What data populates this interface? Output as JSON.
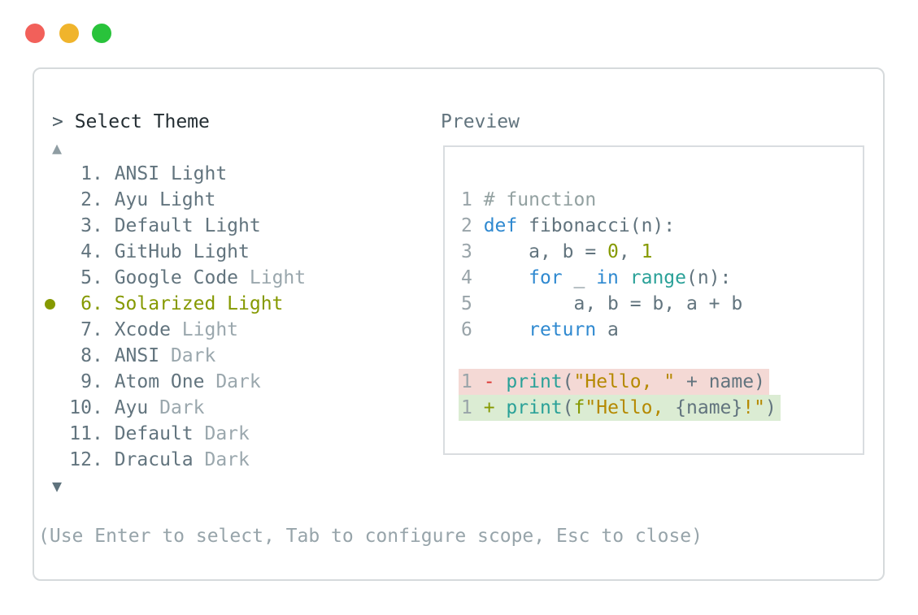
{
  "window": {
    "traffic_lights": {
      "red": "#f2605a",
      "yellow": "#f0b42c",
      "green": "#29c33b"
    }
  },
  "selector": {
    "prompt": "> ",
    "title": "Select Theme",
    "scroll_up_icon": "▲",
    "scroll_down_icon": "▼",
    "items": [
      {
        "number": "1",
        "name": "ANSI",
        "variant": "Light",
        "variant_dim": false,
        "selected": false
      },
      {
        "number": "2",
        "name": "Ayu",
        "variant": "Light",
        "variant_dim": false,
        "selected": false
      },
      {
        "number": "3",
        "name": "Default",
        "variant": "Light",
        "variant_dim": false,
        "selected": false
      },
      {
        "number": "4",
        "name": "GitHub",
        "variant": "Light",
        "variant_dim": false,
        "selected": false
      },
      {
        "number": "5",
        "name": "Google Code",
        "variant": "Light",
        "variant_dim": true,
        "selected": false
      },
      {
        "number": "6",
        "name": "Solarized",
        "variant": "Light",
        "variant_dim": false,
        "selected": true
      },
      {
        "number": "7",
        "name": "Xcode",
        "variant": "Light",
        "variant_dim": true,
        "selected": false
      },
      {
        "number": "8",
        "name": "ANSI",
        "variant": "Dark",
        "variant_dim": true,
        "selected": false
      },
      {
        "number": "9",
        "name": "Atom One",
        "variant": "Dark",
        "variant_dim": true,
        "selected": false
      },
      {
        "number": "10",
        "name": "Ayu",
        "variant": "Dark",
        "variant_dim": true,
        "selected": false
      },
      {
        "number": "11",
        "name": "Default",
        "variant": "Dark",
        "variant_dim": true,
        "selected": false
      },
      {
        "number": "12",
        "name": "Dracula",
        "variant": "Dark",
        "variant_dim": true,
        "selected": false
      }
    ],
    "hint": "(Use Enter to select, Tab to configure scope, Esc to close)"
  },
  "preview": {
    "label": "Preview",
    "lines": [
      {
        "bg": null,
        "tokens": [
          {
            "t": "1 ",
            "c": "ln"
          },
          {
            "t": "# function",
            "c": "comment"
          }
        ]
      },
      {
        "bg": null,
        "tokens": [
          {
            "t": "2 ",
            "c": "ln"
          },
          {
            "t": "def",
            "c": "kw"
          },
          {
            "t": " fibonacci(n):",
            "c": "base"
          }
        ]
      },
      {
        "bg": null,
        "tokens": [
          {
            "t": "3 ",
            "c": "ln"
          },
          {
            "t": "    a, b = ",
            "c": "base"
          },
          {
            "t": "0",
            "c": "num"
          },
          {
            "t": ", ",
            "c": "base"
          },
          {
            "t": "1",
            "c": "num"
          }
        ]
      },
      {
        "bg": null,
        "tokens": [
          {
            "t": "4 ",
            "c": "ln"
          },
          {
            "t": "    ",
            "c": "base"
          },
          {
            "t": "for",
            "c": "kw"
          },
          {
            "t": " _ ",
            "c": "base"
          },
          {
            "t": "in",
            "c": "kw"
          },
          {
            "t": " ",
            "c": "base"
          },
          {
            "t": "range",
            "c": "fn"
          },
          {
            "t": "(n):",
            "c": "base"
          }
        ]
      },
      {
        "bg": null,
        "tokens": [
          {
            "t": "5 ",
            "c": "ln"
          },
          {
            "t": "        a, b = b, a + b",
            "c": "base"
          }
        ]
      },
      {
        "bg": null,
        "tokens": [
          {
            "t": "6 ",
            "c": "ln"
          },
          {
            "t": "    ",
            "c": "base"
          },
          {
            "t": "return",
            "c": "kw"
          },
          {
            "t": " a",
            "c": "base"
          }
        ]
      },
      {
        "bg": null,
        "tokens": []
      },
      {
        "bg": "removed",
        "tokens": [
          {
            "t": "1 ",
            "c": "ln"
          },
          {
            "t": "-",
            "c": "minus"
          },
          {
            "t": " ",
            "c": "base"
          },
          {
            "t": "print",
            "c": "fn"
          },
          {
            "t": "(",
            "c": "base"
          },
          {
            "t": "\"Hello, \"",
            "c": "str"
          },
          {
            "t": " + name)",
            "c": "base"
          }
        ]
      },
      {
        "bg": "added",
        "tokens": [
          {
            "t": "1 ",
            "c": "ln"
          },
          {
            "t": "+",
            "c": "plus"
          },
          {
            "t": " ",
            "c": "base"
          },
          {
            "t": "print",
            "c": "fn"
          },
          {
            "t": "(",
            "c": "base"
          },
          {
            "t": "f",
            "c": "num"
          },
          {
            "t": "\"Hello, ",
            "c": "str"
          },
          {
            "t": "{name}",
            "c": "base"
          },
          {
            "t": "!\"",
            "c": "str"
          },
          {
            "t": ")",
            "c": "base"
          }
        ]
      }
    ]
  },
  "colors": {
    "bg": "#ffffff",
    "winBorder": "#d6dadc",
    "panelBorder": "#d9dde0",
    "titleText": "#242e33",
    "promptText": "#4e5e66",
    "listText": "#62747e",
    "dimText": "#9aa7ad",
    "selected": "#859900",
    "hintText": "#97a4aa",
    "arrowUp": "#8f9da3",
    "arrowDown": "#5f737d",
    "lineNum": "#99a4a9",
    "comment": "#93a1a1",
    "keyword": "#2f89d0",
    "builtin": "#2aa198",
    "string": "#b58900",
    "number": "#859900",
    "minus": "#dc322f",
    "plus": "#859900",
    "removedBg": "#f4d9d5",
    "addedBg": "#dbecd3"
  }
}
